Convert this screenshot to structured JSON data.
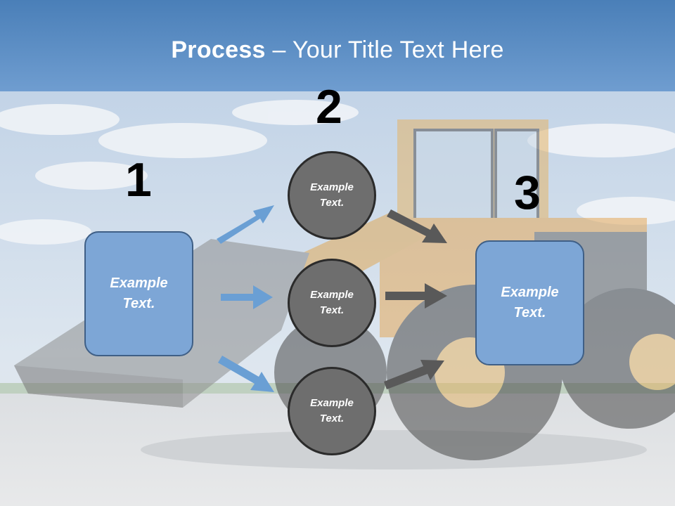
{
  "title": {
    "bold": "Process",
    "rest": " – Your Title Text Here"
  },
  "steps": [
    "1",
    "2",
    "3"
  ],
  "left_box": {
    "text": "Example\nText."
  },
  "right_box": {
    "text": "Example\nText."
  },
  "circles": [
    {
      "text": "Example\nText."
    },
    {
      "text": "Example\nText."
    },
    {
      "text": "Example\nText."
    }
  ],
  "colors": {
    "box_fill": "#7da6d6",
    "circle_fill": "#6e6e6e",
    "blue_arrow": "#6a9fd4",
    "gray_arrow": "#595959",
    "title_band": "#4a7fb8"
  },
  "background": "wheel-loader-photo"
}
